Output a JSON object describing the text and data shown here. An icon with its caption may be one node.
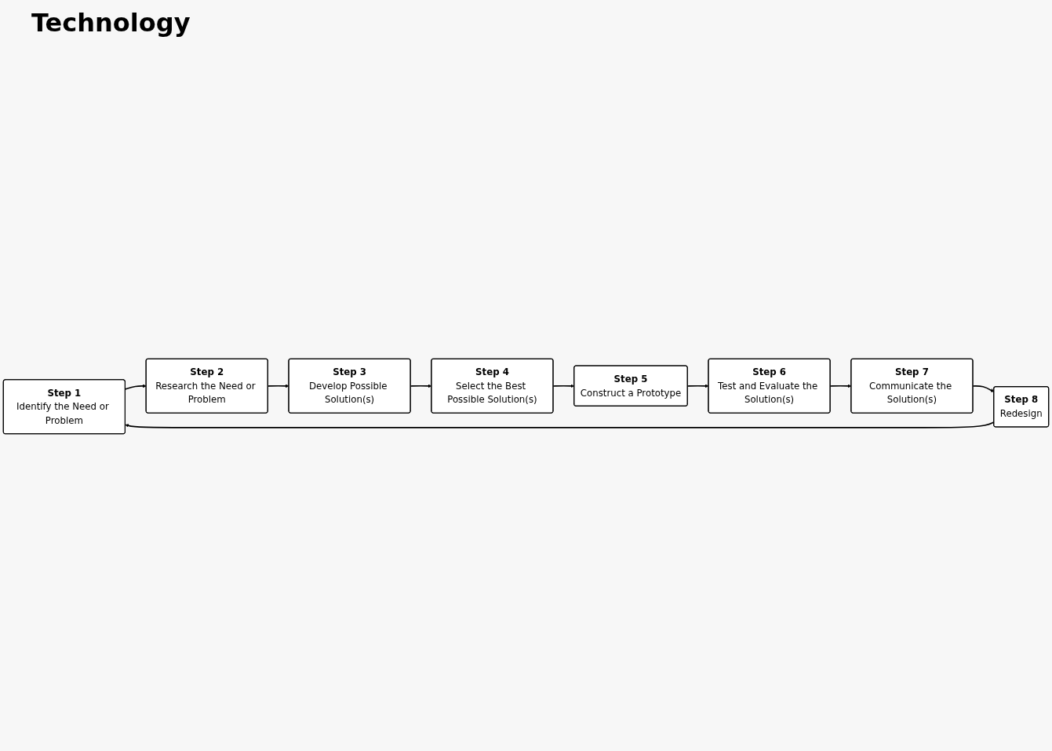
{
  "diagram": {
    "title": "Technology",
    "nodes": [
      {
        "text": [
          "Step 1",
          "Identify the Need or Problem"
        ]
      },
      {
        "text": [
          "Step 2",
          "Research the Need or Problem"
        ]
      },
      {
        "text": [
          "Step 3",
          "Develop Possible Solution(s)"
        ]
      },
      {
        "text": [
          "Step 4",
          "Select the Best Possible Solution(s)"
        ]
      },
      {
        "text": [
          "Step 5",
          "Construct a Prototype"
        ]
      },
      {
        "text": [
          "Step 6",
          "Test and Evaluate the Solution(s)"
        ]
      },
      {
        "text": [
          "Step 7",
          "Communicate the Solution(s)"
        ]
      },
      {
        "text": [
          "Step 8",
          "Redesign"
        ]
      }
    ],
    "edges": [
      {
        "from": 0,
        "to": 1,
        "arrow": "to"
      },
      {
        "from": 1,
        "to": 2,
        "arrow": "to"
      },
      {
        "from": 2,
        "to": 3,
        "arrow": "to"
      },
      {
        "from": 3,
        "to": 4,
        "arrow": "to"
      },
      {
        "from": 4,
        "to": 5,
        "arrow": "to"
      },
      {
        "from": 5,
        "to": 6,
        "arrow": "to"
      },
      {
        "from": 6,
        "to": 7,
        "arrow": "to"
      },
      {
        "from": 7,
        "to": 0,
        "arrow": "to"
      }
    ]
  }
}
